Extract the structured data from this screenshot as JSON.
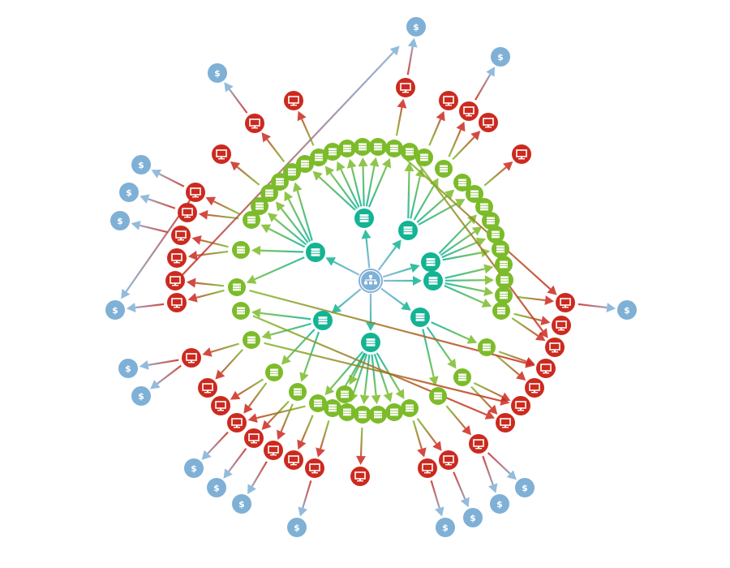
{
  "diagram": {
    "title": "Network topology graph",
    "node_types": {
      "hub": {
        "icon": "sitemap-icon",
        "color": "#7fb0d6"
      },
      "server_primary": {
        "icon": "server-icon",
        "color": "#13b393"
      },
      "server_secondary": {
        "icon": "server-icon",
        "color": "#7cbb2a"
      },
      "workstation": {
        "icon": "monitor-icon",
        "color": "#cc2a1f"
      },
      "payment": {
        "icon": "dollar-icon",
        "color": "#7fb0d6",
        "label": "$"
      }
    },
    "counts": {
      "hub": 1,
      "server_primary": 8,
      "server_secondary": 50,
      "workstation": 33,
      "payment": 18
    }
  }
}
